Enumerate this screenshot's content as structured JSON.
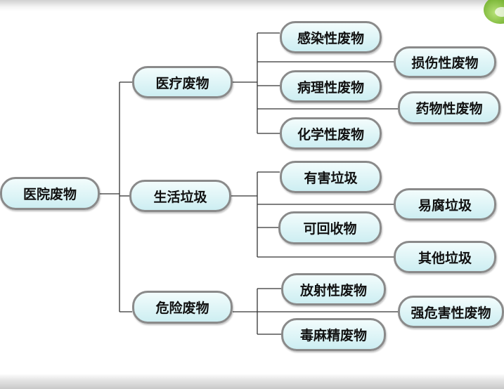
{
  "root": {
    "label": "医院废物"
  },
  "categories": [
    {
      "label": "医疗废物",
      "items": [
        "感染性废物",
        "损伤性废物",
        "病理性废物",
        "药物性废物",
        "化学性废物"
      ]
    },
    {
      "label": "生活垃圾",
      "items": [
        "有害垃圾",
        "易腐垃圾",
        "可回收物",
        "其他垃圾"
      ]
    },
    {
      "label": "危险废物",
      "items": [
        "放射性废物",
        "强危害性废物",
        "毒麻精废物"
      ]
    }
  ]
}
